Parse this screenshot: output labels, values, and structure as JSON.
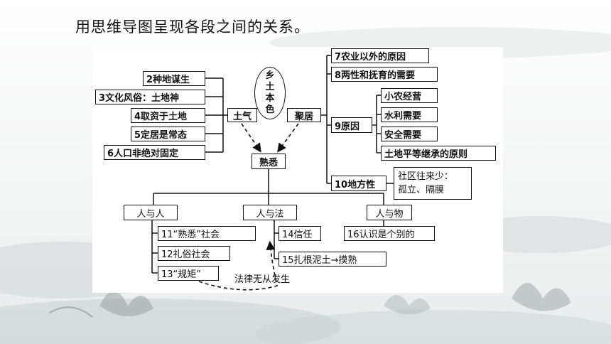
{
  "title": "用思维导图呈现各段之间的关系。",
  "center": {
    "chars": [
      "乡",
      "土",
      "本",
      "色"
    ]
  },
  "left_group": {
    "hub": "土气",
    "items": [
      "2种地谋生",
      "3文化风俗：土地神",
      "4取资于土地",
      "5定居是常态",
      "6人口非绝对固定"
    ]
  },
  "right_group": {
    "hub": "聚居",
    "items": [
      "7农业以外的原因",
      "8两性和抚育的需要"
    ],
    "reasons_hub": "9原因",
    "reasons": [
      "小农经营",
      "水利需要",
      "安全需要",
      "土地平等继承的原则"
    ],
    "locality": "10地方性",
    "locality_note": [
      "社区往来少：",
      "孤立、隔膜"
    ]
  },
  "familiar": "熟悉",
  "relations": {
    "person_person": {
      "label": "人与人",
      "items": [
        "11“熟悉”社会",
        "12礼俗社会",
        "13“规矩”"
      ]
    },
    "person_law": {
      "label": "人与法",
      "items": [
        "14信任",
        "15扎根泥土→摸熟"
      ]
    },
    "person_thing": {
      "label": "人与物",
      "items": [
        "16认识是个别的"
      ]
    }
  },
  "note": "法律无从发生"
}
